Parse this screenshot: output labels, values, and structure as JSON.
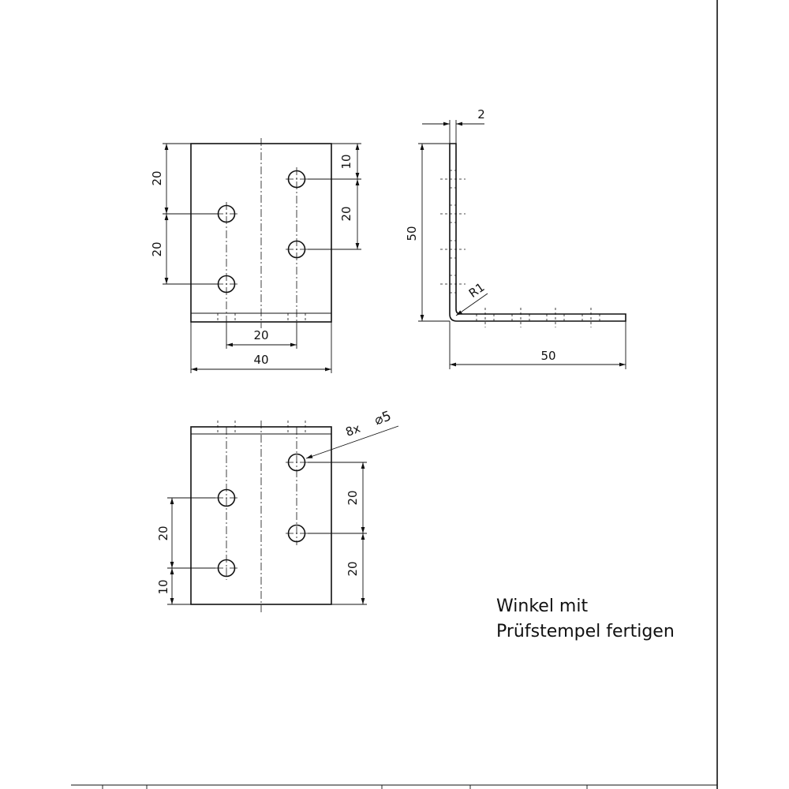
{
  "dimensions": {
    "front_top_left_20": "20",
    "front_bottom_left_20": "20",
    "front_right_10": "10",
    "front_right_20": "20",
    "front_hole_spacing_20": "20",
    "front_width_40": "40",
    "side_thickness": "2",
    "side_height": "50",
    "side_radius": "R1",
    "side_length": "50",
    "bottom_hole_callout_count": "8x",
    "bottom_hole_callout_dia": "⌀5",
    "bottom_right_upper_20": "20",
    "bottom_right_lower_20": "20",
    "bottom_left_20": "20",
    "bottom_left_10": "10"
  },
  "note": {
    "line1": "Winkel mit",
    "line2": "Prüfstempel fertigen"
  }
}
